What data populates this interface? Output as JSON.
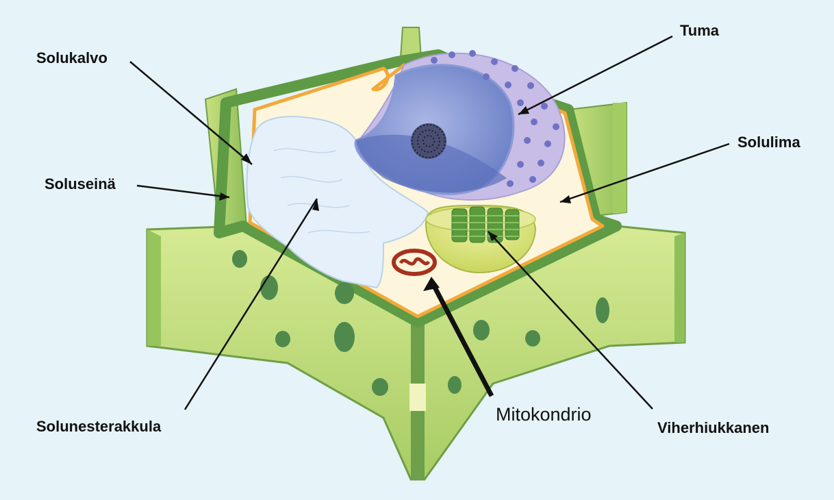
{
  "diagram": {
    "labels": {
      "solukalvo": "Solukalvo",
      "soluseina": "Soluseinä",
      "solunesterakkula": "Solunesterakkula",
      "tuma": "Tuma",
      "solulima": "Solulima",
      "viherhiukkanen": "Viherhiukkanen",
      "mitokondrio": "Mitokondrio"
    },
    "colors": {
      "background": "#e6f3f8",
      "cell_wall": "#b9d97a",
      "cell_wall_dark": "#5f9a45",
      "cell_membrane": "#f2a93b",
      "cytoplasm": "#fdf6dc",
      "vacuole": "#e5f0fa",
      "nucleus": "#7b8fd0",
      "nuclear_envelope": "#c7bde6",
      "chloroplast": "#d8e27a",
      "thylakoid": "#5a9a3c",
      "mitochondrion_mark": "#a8301e"
    }
  }
}
